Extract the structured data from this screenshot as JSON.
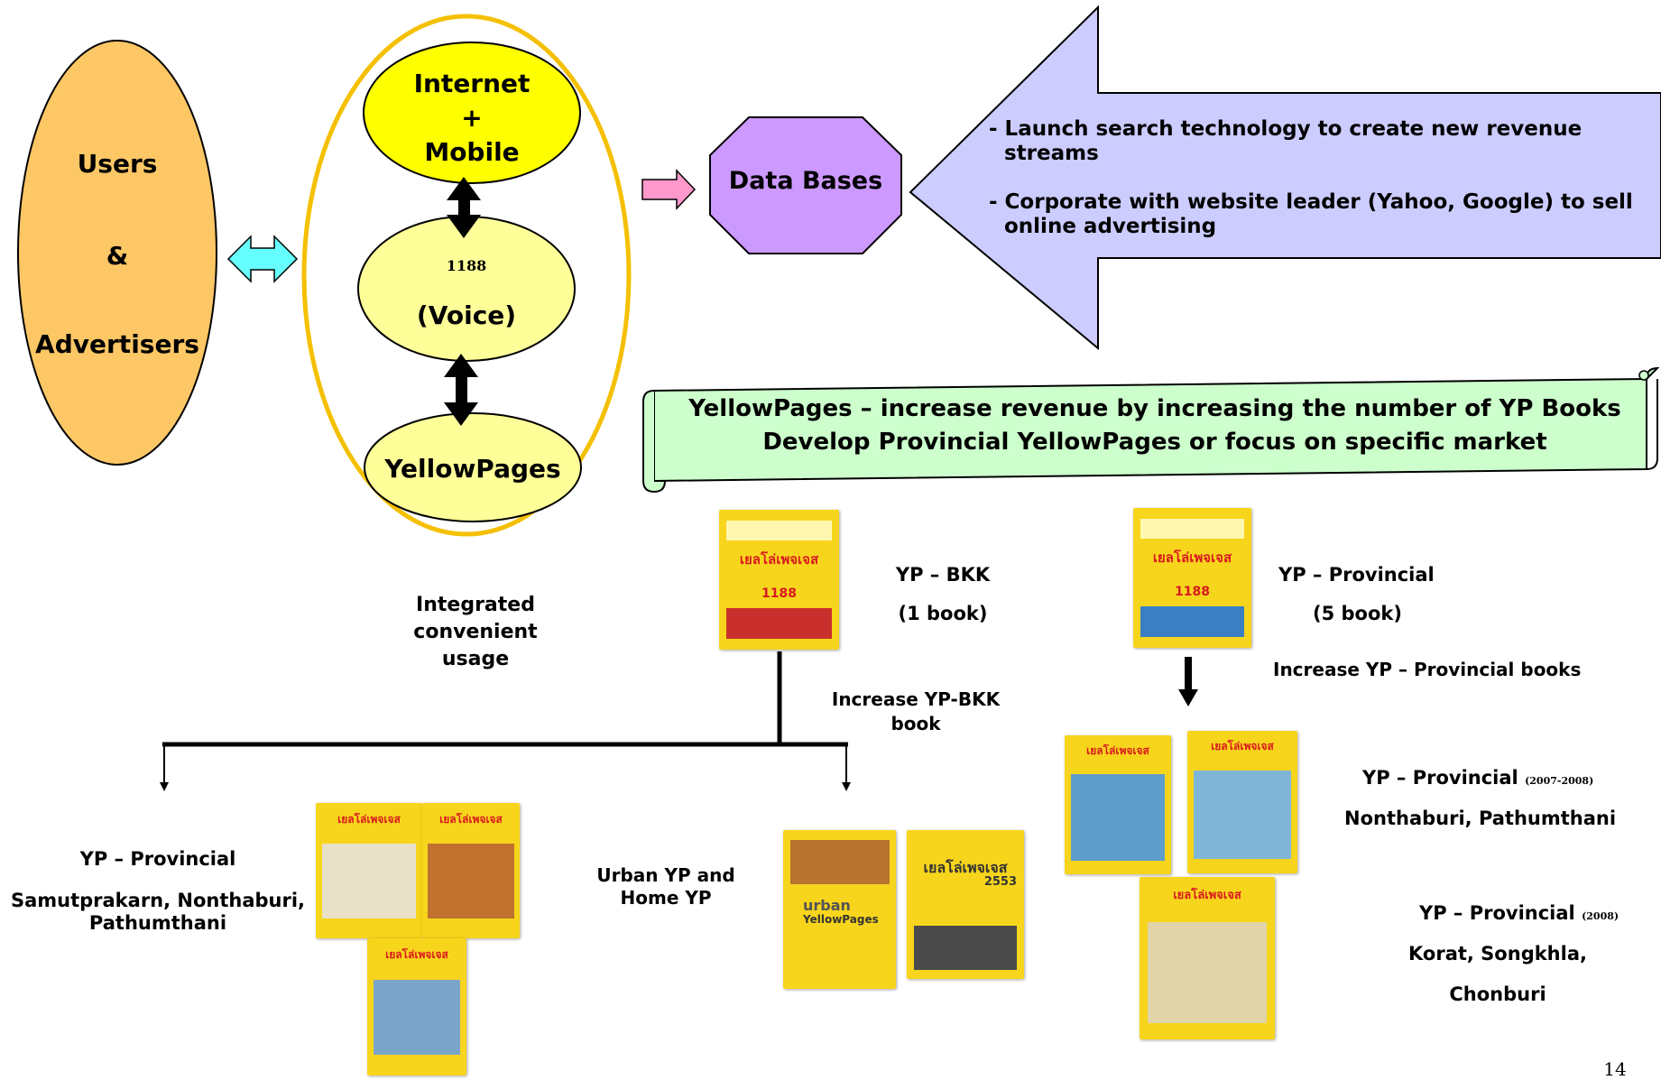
{
  "colors": {
    "users_fill": "#FDC766",
    "container_stroke": "#F4C000",
    "internet_fill": "#FFFF00",
    "ellipse_fill": "#FFFF99",
    "double_arrow_fill": "#66FFFF",
    "small_arrow_fill": "#FF99CC",
    "octagon_fill": "#CC99FF",
    "big_arrow_fill": "#CCCCFF",
    "scroll_fill": "#CCFFCC",
    "book_yellow": "#F7D51C"
  },
  "users": {
    "line1": "Users",
    "line2": "&",
    "line3": "Advertisers"
  },
  "channels": {
    "internet": {
      "line1": "Internet",
      "line2": "+",
      "line3": "Mobile"
    },
    "voice": {
      "line1": "1188",
      "line2": "(Voice)"
    },
    "yellowpages": "YellowPages",
    "caption": {
      "line1": "Integrated",
      "line2": "convenient",
      "line3": "usage"
    }
  },
  "databases": "Data Bases",
  "strategy": {
    "bullet1_line1": "- Launch search technology to create new revenue",
    "bullet1_line2": "streams",
    "bullet2_line1": "- Corporate with website leader (Yahoo, Google) to sell",
    "bullet2_line2": "online advertising"
  },
  "banner": {
    "line1": "YellowPages – increase revenue by increasing the number of YP Books",
    "line2": "Develop Provincial YellowPages or focus on specific market"
  },
  "yp_bkk": {
    "line1": "YP – BKK",
    "line2": "(1 book)"
  },
  "yp_prov": {
    "line1": "YP – Provincial",
    "line2": "(5 book)"
  },
  "increase_bkk": {
    "line1": "Increase YP-BKK",
    "line2": "book"
  },
  "increase_prov": "Increase YP – Provincial books",
  "left_prov": {
    "line1": "YP – Provincial",
    "line2": "Samutprakarn, Nonthaburi,",
    "line3": "Pathumthani"
  },
  "urban": {
    "line1": "Urban YP and",
    "line2": "Home YP"
  },
  "prov_2007": {
    "title": "YP – Provincial",
    "years": "(2007-2008)",
    "places": "Nonthaburi, Pathumthani"
  },
  "prov_2008": {
    "title": "YP – Provincial",
    "years": "(2008)",
    "places1": "Korat, Songkhla,",
    "places2": "Chonburi"
  },
  "book_covers": {
    "thai_title": "เยลโล่เพจเจส",
    "number": "1188",
    "year_2553": "2553",
    "urban_word": "urban",
    "urban_brand": "YellowPages"
  },
  "page_number": "14"
}
